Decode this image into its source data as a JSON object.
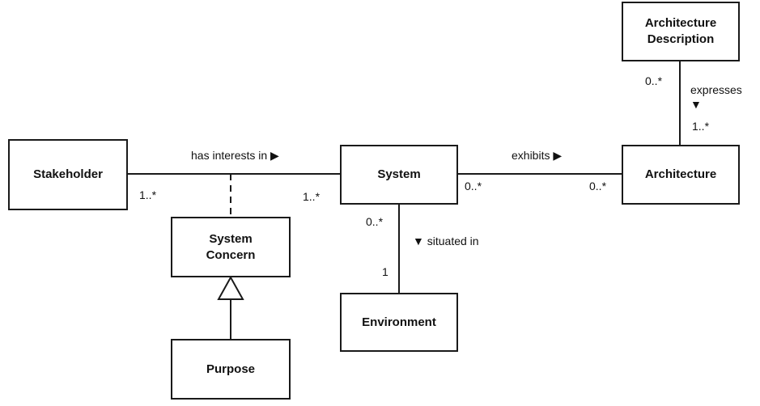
{
  "boxes": {
    "stakeholder": "Stakeholder",
    "system": "System",
    "architecture": "Architecture",
    "architecture_description": "Architecture\nDescription",
    "system_concern": "System\nConcern",
    "purpose": "Purpose",
    "environment": "Environment"
  },
  "associations": {
    "has_interests_in": "has interests in ▶",
    "exhibits": "exhibits ▶",
    "expresses_name": "expresses",
    "expresses_arrow": "▼",
    "situated_in": "▼ situated in"
  },
  "multiplicities": {
    "stakeholder_end": "1..*",
    "system_interest_end": "1..*",
    "system_exhibits_end": "0..*",
    "architecture_exhibits_end": "0..*",
    "architecture_description_end": "0..*",
    "architecture_expresses_end": "1..*",
    "system_situated_end": "0..*",
    "environment_end": "1"
  },
  "colors": {
    "line": "#1a1a1a",
    "box_fill": "#ffffff",
    "text": "#111111"
  }
}
